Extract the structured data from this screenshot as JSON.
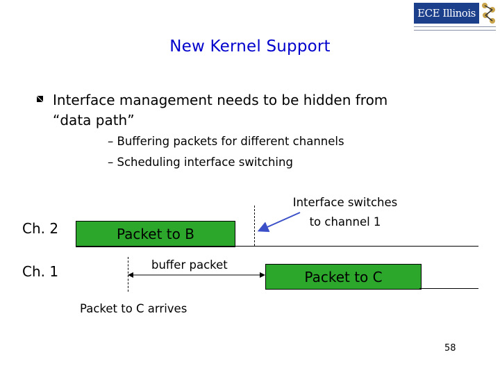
{
  "logo": {
    "name": "ECE Illinois"
  },
  "slide": {
    "title": "New Kernel Support",
    "bullet": {
      "line1": "Interface management needs to be hidden from",
      "line2": "“data path”"
    },
    "subbullets": [
      "– Buffering packets for different channels",
      "– Scheduling interface switching"
    ]
  },
  "diagram": {
    "channel_2": "Ch. 2",
    "channel_1": "Ch. 1",
    "packet_b": "Packet to B",
    "packet_c": "Packet to C",
    "buffer_label": "buffer packet",
    "switch_label_1": "Interface switches",
    "switch_label_2": "to channel 1",
    "arrives_label": "Packet to C arrives",
    "colors": {
      "packet_box": "#2ca72c",
      "arrow": "#3a4fc8",
      "title": "#0000cc"
    }
  },
  "page_number": "58"
}
